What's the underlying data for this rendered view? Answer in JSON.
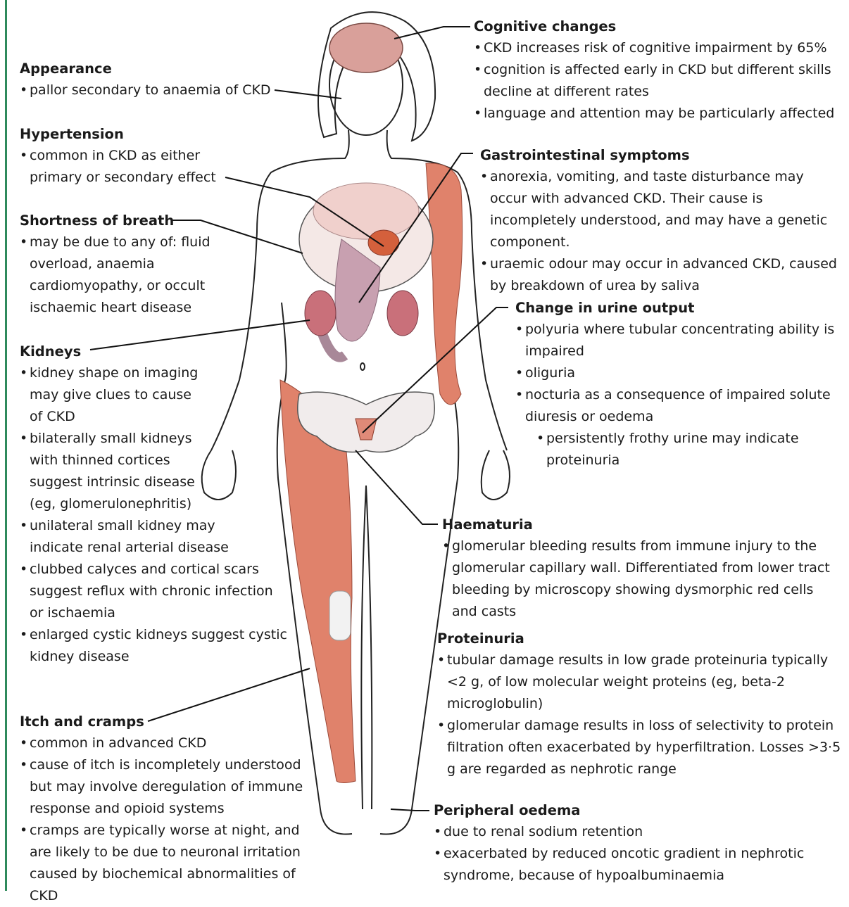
{
  "sections": {
    "appearance": {
      "title": "Appearance",
      "items": [
        "pallor secondary to anaemia of CKD"
      ]
    },
    "hypertension": {
      "title": "Hypertension",
      "items": [
        "common in CKD as either primary or secondary effect"
      ]
    },
    "breath": {
      "title": "Shortness of breath",
      "items": [
        "may be due to any of: fluid overload, anaemia cardiomyopathy, or occult ischaemic heart disease"
      ]
    },
    "kidneys": {
      "title": "Kidneys",
      "items": [
        "kidney shape on imaging may give clues to cause of CKD",
        "bilaterally small kidneys with thinned cortices suggest intrinsic disease (eg, glomerulonephritis)",
        "unilateral small kidney may indicate renal arterial disease",
        "clubbed calyces and cortical scars suggest reflux with chronic infection or ischaemia",
        "enlarged cystic kidneys suggest cystic kidney disease"
      ]
    },
    "itch": {
      "title": "Itch and cramps",
      "items": [
        "common in advanced CKD",
        "cause of itch is incompletely understood but may involve deregulation of immune response and opioid systems",
        "cramps are typically worse at night, and are likely to be due to neuronal irritation caused by biochemical abnormalities of CKD"
      ]
    },
    "cognitive": {
      "title": "Cognitive changes",
      "items": [
        "CKD increases risk of cognitive impairment by 65%",
        "cognition is affected early in CKD but different skills decline at different rates",
        "language and attention may be particularly affected"
      ]
    },
    "gi": {
      "title": "Gastrointestinal symptoms",
      "items": [
        "anorexia, vomiting, and taste disturbance may occur with advanced CKD. Their cause is incompletely understood, and may have a genetic component.",
        "uraemic odour may occur in advanced CKD, caused by breakdown of urea by saliva"
      ]
    },
    "urine": {
      "title": "Change in urine output",
      "items": [
        "polyuria where tubular concentrating ability is impaired",
        "oliguria",
        "nocturia as a consequence of impaired solute diuresis or oedema",
        "persistently frothy urine may indicate proteinuria"
      ]
    },
    "haematuria": {
      "title": "Haematuria",
      "items": [
        "glomerular bleeding results from immune injury to the glomerular capillary wall. Differentiated from lower tract bleeding by microscopy showing dysmorphic red cells and casts"
      ]
    },
    "proteinuria": {
      "title": "Proteinuria",
      "items": [
        "tubular damage results in low grade proteinuria typically <2 g, of low molecular weight proteins (eg, beta-2 microglobulin)",
        "glomerular damage results in loss of selectivity to protein filtration often exacerbated by hyperfiltration. Losses >3·5 g are regarded as nephrotic range"
      ]
    },
    "oedema": {
      "title": "Peripheral oedema",
      "items": [
        "due to renal sodium retention",
        "exacerbated by reduced oncotic gradient in nephrotic syndrome, because of hypoalbuminaemia"
      ]
    }
  },
  "colors": {
    "muscle": "#e0826b",
    "organ": "#d98c8c",
    "kidney": "#c9707a",
    "bone": "#f2f2f2",
    "accent_bar": "#2f8a5c"
  }
}
